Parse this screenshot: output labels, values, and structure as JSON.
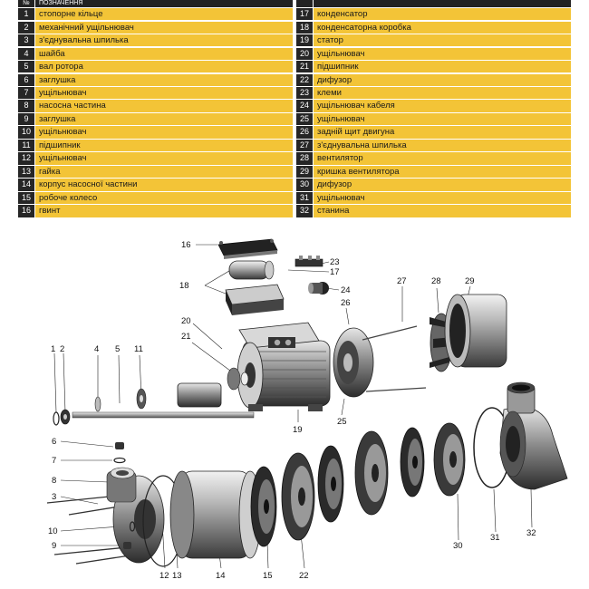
{
  "legend": {
    "header_num": "№",
    "header_title": "ПОЗНАЧЕННЯ",
    "left": [
      {
        "num": "1",
        "label": "стопорне кільце"
      },
      {
        "num": "2",
        "label": "механічний ущільнювач"
      },
      {
        "num": "3",
        "label": "з'єднувальна шпилька"
      },
      {
        "num": "4",
        "label": "шайба"
      },
      {
        "num": "5",
        "label": "вал ротора"
      },
      {
        "num": "6",
        "label": "заглушка"
      },
      {
        "num": "7",
        "label": "ущільнювач"
      },
      {
        "num": "8",
        "label": "насосна частина"
      },
      {
        "num": "9",
        "label": "заглушка"
      },
      {
        "num": "10",
        "label": "ущільнювач"
      },
      {
        "num": "11",
        "label": "підшипник"
      },
      {
        "num": "12",
        "label": "ущільнювач"
      },
      {
        "num": "13",
        "label": "гайка"
      },
      {
        "num": "14",
        "label": "корпус насосної частини"
      },
      {
        "num": "15",
        "label": "робоче колесо"
      },
      {
        "num": "16",
        "label": "гвинт"
      }
    ],
    "right": [
      {
        "num": "17",
        "label": "конденсатор"
      },
      {
        "num": "18",
        "label": "конденсаторна коробка"
      },
      {
        "num": "19",
        "label": "статор"
      },
      {
        "num": "20",
        "label": "ущільнювач"
      },
      {
        "num": "21",
        "label": "підшипник"
      },
      {
        "num": "22",
        "label": "дифузор"
      },
      {
        "num": "23",
        "label": "клеми"
      },
      {
        "num": "24",
        "label": "ущільнювач кабеля"
      },
      {
        "num": "25",
        "label": "ущільнювач"
      },
      {
        "num": "26",
        "label": "задній щит двигуна"
      },
      {
        "num": "27",
        "label": "з'єднувальна шпилька"
      },
      {
        "num": "28",
        "label": "вентилятор"
      },
      {
        "num": "29",
        "label": "кришка вентилятора"
      },
      {
        "num": "30",
        "label": "дифузор"
      },
      {
        "num": "31",
        "label": "ущільнювач"
      },
      {
        "num": "32",
        "label": "станина"
      }
    ]
  },
  "callouts": {
    "c1": "1",
    "c2": "2",
    "c3": "3",
    "c4": "4",
    "c5": "5",
    "c6": "6",
    "c7": "7",
    "c8": "8",
    "c9": "9",
    "c10": "10",
    "c11": "11",
    "c12": "12",
    "c13": "13",
    "c14": "14",
    "c15": "15",
    "c16": "16",
    "c17": "17",
    "c18": "18",
    "c19": "19",
    "c20": "20",
    "c21": "21",
    "c22": "22",
    "c23": "23",
    "c24": "24",
    "c25": "25",
    "c26": "26",
    "c27": "27",
    "c28": "28",
    "c29": "29",
    "c30": "30",
    "c31": "31",
    "c32": "32"
  }
}
